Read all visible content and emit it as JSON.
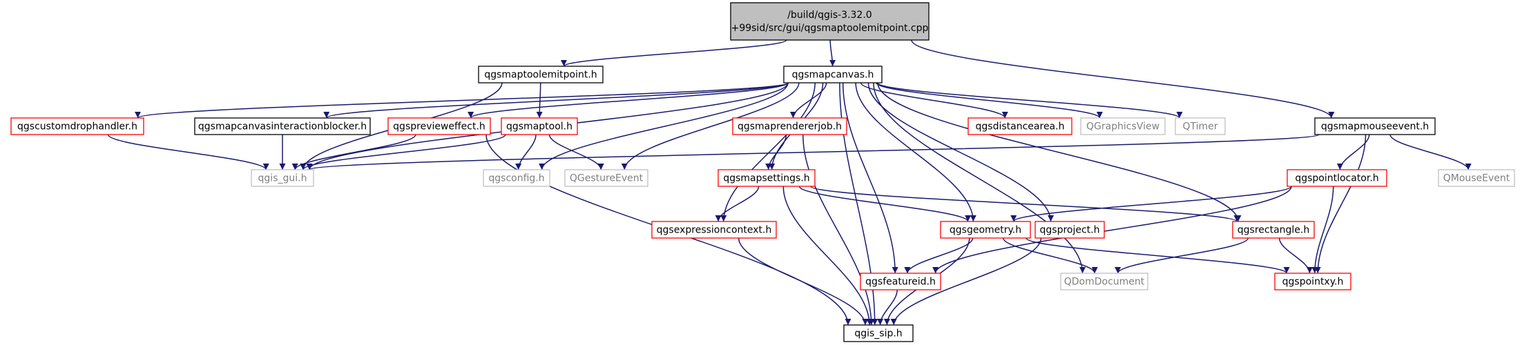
{
  "graph": {
    "colors": {
      "edge": "#191970",
      "border_black": "#000000",
      "border_red": "#ff0000",
      "border_gray": "#bfbfbf",
      "text": "#000000",
      "text_gray": "#808080",
      "root_fill": "#bfbfbf"
    },
    "nodes": [
      {
        "id": "root",
        "lines": [
          "/build/qgis-3.32.0",
          "+99sid/src/gui/qgsmaptoolemitpoint.cpp"
        ],
        "style": "root"
      },
      {
        "id": "emitpoint",
        "lines": [
          "qgsmaptoolemitpoint.h"
        ],
        "style": "black"
      },
      {
        "id": "mapcanvas",
        "lines": [
          "qgsmapcanvas.h"
        ],
        "style": "black"
      },
      {
        "id": "mapmouseevent",
        "lines": [
          "qgsmapmouseevent.h"
        ],
        "style": "black"
      },
      {
        "id": "customdrop",
        "lines": [
          "qgscustomdrophandler.h"
        ],
        "style": "red"
      },
      {
        "id": "interactionblocker",
        "lines": [
          "qgsmapcanvasinteractionblocker.h"
        ],
        "style": "black"
      },
      {
        "id": "previeweffect",
        "lines": [
          "qgspreviewe​ffect.h"
        ],
        "style": "red"
      },
      {
        "id": "maptool",
        "lines": [
          "qgsmaptool.h"
        ],
        "style": "red"
      },
      {
        "id": "mapRendererJob",
        "lines": [
          "qgsmaprendererjob.h"
        ],
        "style": "red"
      },
      {
        "id": "distancearea",
        "lines": [
          "qgsdistancearea.h"
        ],
        "style": "red"
      },
      {
        "id": "qgraphicsview",
        "lines": [
          "QGraphicsView"
        ],
        "style": "gray"
      },
      {
        "id": "qtimer",
        "lines": [
          "QTimer"
        ],
        "style": "gray"
      },
      {
        "id": "qgisgui",
        "lines": [
          "qgis_gui.h"
        ],
        "style": "gray"
      },
      {
        "id": "qgsconfig",
        "lines": [
          "qgsconfig.h"
        ],
        "style": "gray"
      },
      {
        "id": "qgestureevent",
        "lines": [
          "QGestureEvent"
        ],
        "style": "gray"
      },
      {
        "id": "mapsettings",
        "lines": [
          "qgsmapsettings.h"
        ],
        "style": "red"
      },
      {
        "id": "pointlocator",
        "lines": [
          "qgspointlocator.h"
        ],
        "style": "red"
      },
      {
        "id": "qmouseevent",
        "lines": [
          "QMouseEvent"
        ],
        "style": "gray"
      },
      {
        "id": "expressioncontext",
        "lines": [
          "qgsexpressioncontext.h"
        ],
        "style": "red"
      },
      {
        "id": "geometry",
        "lines": [
          "qgsgeometry.h"
        ],
        "style": "red"
      },
      {
        "id": "project",
        "lines": [
          "qgsproject.h"
        ],
        "style": "red"
      },
      {
        "id": "rectangle",
        "lines": [
          "qgsrectangle.h"
        ],
        "style": "red"
      },
      {
        "id": "featureid",
        "lines": [
          "qgsfeatureid.h"
        ],
        "style": "red"
      },
      {
        "id": "qdomdocument",
        "lines": [
          "QDomDocument"
        ],
        "style": "gray"
      },
      {
        "id": "pointxy",
        "lines": [
          "qgspointxy.h"
        ],
        "style": "red"
      },
      {
        "id": "qgissip",
        "lines": [
          "qgis_sip.h"
        ],
        "style": "black"
      }
    ],
    "edges": [
      [
        "root",
        "emitpoint"
      ],
      [
        "root",
        "mapcanvas"
      ],
      [
        "root",
        "mapmouseevent"
      ],
      [
        "emitpoint",
        "qgisgui"
      ],
      [
        "emitpoint",
        "maptool"
      ],
      [
        "mapcanvas",
        "customdrop"
      ],
      [
        "mapcanvas",
        "interactionblocker"
      ],
      [
        "mapcanvas",
        "previeweffect"
      ],
      [
        "mapcanvas",
        "mapRendererJob"
      ],
      [
        "mapcanvas",
        "distancearea"
      ],
      [
        "mapcanvas",
        "qgraphicsview"
      ],
      [
        "mapcanvas",
        "qtimer"
      ],
      [
        "mapcanvas",
        "qgisgui"
      ],
      [
        "mapcanvas",
        "qgsconfig"
      ],
      [
        "mapcanvas",
        "qgestureevent"
      ],
      [
        "mapcanvas",
        "mapsettings"
      ],
      [
        "mapcanvas",
        "expressioncontext"
      ],
      [
        "mapcanvas",
        "geometry"
      ],
      [
        "mapcanvas",
        "project"
      ],
      [
        "mapcanvas",
        "featureid"
      ],
      [
        "mapcanvas",
        "qdomdocument"
      ],
      [
        "mapcanvas",
        "rectangle"
      ],
      [
        "mapcanvas",
        "qgissip"
      ],
      [
        "mapmouseevent",
        "qgisgui"
      ],
      [
        "mapmouseevent",
        "pointlocator"
      ],
      [
        "mapmouseevent",
        "qmouseevent"
      ],
      [
        "mapmouseevent",
        "pointxy"
      ],
      [
        "customdrop",
        "qgisgui"
      ],
      [
        "interactionblocker",
        "qgisgui"
      ],
      [
        "previeweffect",
        "qgisgui"
      ],
      [
        "previeweffect",
        "qgissip"
      ],
      [
        "maptool",
        "qgisgui"
      ],
      [
        "maptool",
        "qgsconfig"
      ],
      [
        "maptool",
        "qgestureevent"
      ],
      [
        "mapRendererJob",
        "mapsettings"
      ],
      [
        "mapRendererJob",
        "qgissip"
      ],
      [
        "mapsettings",
        "expressioncontext"
      ],
      [
        "mapsettings",
        "geometry"
      ],
      [
        "mapsettings",
        "rectangle"
      ],
      [
        "mapsettings",
        "qgissip"
      ],
      [
        "pointlocator",
        "geometry"
      ],
      [
        "pointlocator",
        "featureid"
      ],
      [
        "pointlocator",
        "pointxy"
      ],
      [
        "expressioncontext",
        "qgissip"
      ],
      [
        "geometry",
        "featureid"
      ],
      [
        "geometry",
        "qdomdocument"
      ],
      [
        "geometry",
        "pointxy"
      ],
      [
        "geometry",
        "qgissip"
      ],
      [
        "project",
        "qgissip"
      ],
      [
        "rectangle",
        "qdomdocument"
      ],
      [
        "rectangle",
        "pointxy"
      ],
      [
        "featureid",
        "qgissip"
      ]
    ]
  }
}
